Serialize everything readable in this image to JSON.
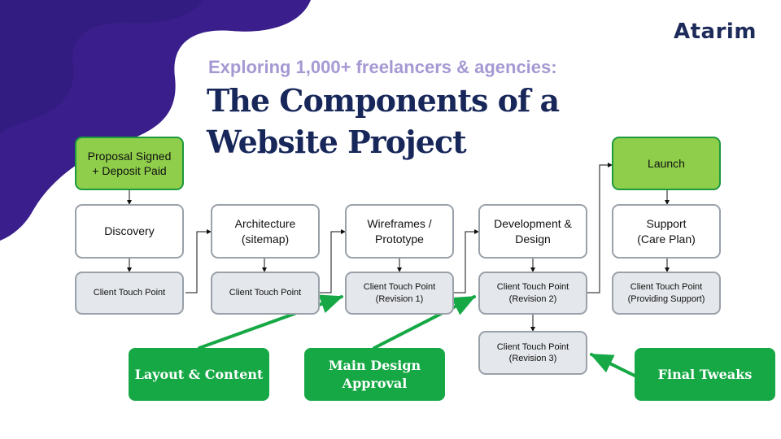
{
  "brand": {
    "logo_text": "Atarim",
    "purple": "#3a1f8c",
    "navy": "#17275a",
    "green": "#16a845",
    "lime": "#8fce4a"
  },
  "subtitle": "Exploring 1,000+ freelancers & agencies:",
  "title": {
    "line1": "The Components of a",
    "line2": "Website Project"
  },
  "milestones": {
    "proposal": "Proposal Signed\n+ Deposit Paid",
    "launch": "Launch"
  },
  "steps": {
    "discovery": "Discovery",
    "architecture": "Architecture\n(sitemap)",
    "wireframes": "Wireframes /\nPrototype",
    "development": "Development &\nDesign",
    "support": "Support\n(Care Plan)"
  },
  "touch_points": {
    "tp1": "Client Touch Point",
    "tp2": "Client Touch Point",
    "tp3": "Client Touch Point\n(Revision 1)",
    "tp4": "Client Touch Point\n(Revision 2)",
    "tp5": "Client Touch Point\n(Providing Support)",
    "tp6": "Client Touch Point\n(Revision 3)"
  },
  "callouts": {
    "layout": "Layout & Content",
    "design": "Main  Design\nApproval",
    "tweaks": "Final Tweaks"
  }
}
